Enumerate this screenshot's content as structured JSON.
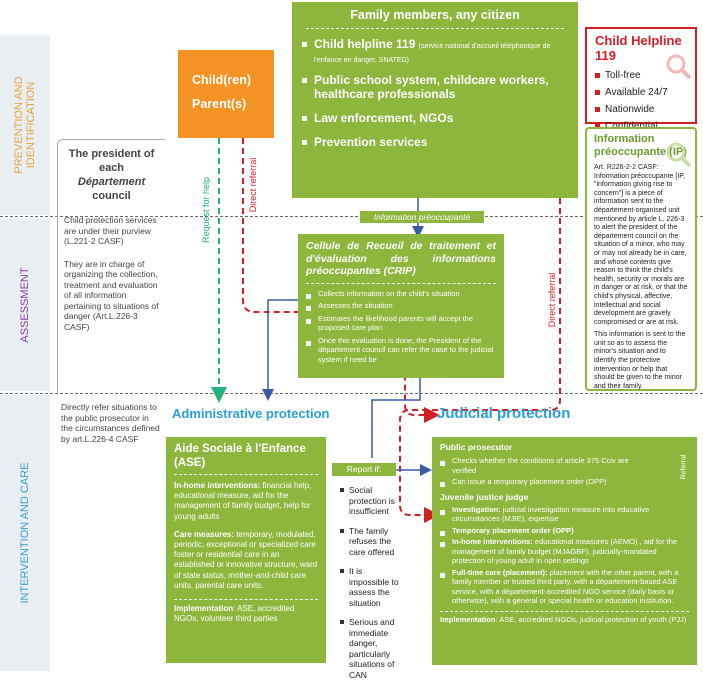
{
  "sections": {
    "prevention": "PREVENTION AND IDENTIFICATION",
    "assessment": "ASSESSMENT",
    "intervention": "INTERVENTION AND CARE"
  },
  "colors": {
    "green": "#8cb63c",
    "orange": "#f39324",
    "red": "#d11f26",
    "blue": "#3a5aa8",
    "teal": "#2a9fd6"
  },
  "family": {
    "title": "Family members, any citizen",
    "items": [
      {
        "main": "Child helpline 119",
        "sub": "(service national d'accueil téléphonique de l'enfance en danger, SNATED)"
      },
      {
        "main": "Public school system, childcare workers, healthcare professionals",
        "sub": ""
      },
      {
        "main": "Law enforcement, NGOs",
        "sub": ""
      },
      {
        "main": "Prevention services",
        "sub": ""
      }
    ]
  },
  "child_box": {
    "line1": "Child(ren)",
    "line2": "Parent(s)"
  },
  "helpline": {
    "title": "Child Helpline 119",
    "items": [
      "Toll-free",
      "Available 24/7",
      "Nationwide",
      "Confidential"
    ]
  },
  "ip": {
    "title": "Information préoccupante (IP)",
    "article": "Art. R226-2-2 CASF:",
    "body": "Information préoccupante [IP, \"information giving rise to concern\"] is a piece of information sent to the département-organised unit mentioned by article L. 226-3 to alert the president of the département council on the situation of a minor, who may or may not already be in care, and whose contents give reason to think the child's health, security or morals are in danger or at risk, or that the child's physical, affective, intellectual and social development are gravely compromised or are at risk.",
    "body2": "This information is sent to the unit so as to assess the minor's situation and to identify the protective intervention or help that should be given to the minor and their family."
  },
  "president": {
    "title1": "The president of each",
    "title2": "Département",
    "title3": "council",
    "p1": "Child protection services are under their purview (L.221-2 CASF)",
    "p2": "They are in charge of organizing the collection, treatment and evaluation of all information pertaining to situations of danger (Art.L.226-3 CASF)",
    "p3": "Directly refer situations to the public prosecutor in the circumstances defined by art.L.226-4 CASF"
  },
  "arrows": {
    "request": "Request for help",
    "direct1": "Direct referral",
    "direct2": "Direct referral",
    "ip_label": "Information préoccupante",
    "referral": "Referral"
  },
  "crip": {
    "title": "Cellule de Recueil de traitement et d'évaluation des informations préoccupantes (CRIP)",
    "items": [
      "Collects information on the child's situation",
      "Assesses the situation",
      "Estimates the likelihood parents will accept the proposed care plan",
      "Once this evaluation is done, the President of the département council can refer the case to the judicial system if need be"
    ]
  },
  "admin_label": "Administrative protection",
  "judicial_label": "Judicial protection",
  "ase": {
    "title": "Aide Sociale à l'Enfance (ASE)",
    "p1_b": "In-home interventions:",
    "p1": " financial help, educational measure, aid for the management of family budget, help for young adults",
    "p2_b": "Care measures:",
    "p2": " temporary, modulated, periodic, exceptional or specialized care foster or residential care in an established or innovative structure, ward of state status, mother-and-child care units, parental care units.",
    "p3_b": "Implementation",
    "p3": ": ASE, accredited NGOs, volunteer third parties"
  },
  "report": {
    "title": "Report if:",
    "items": [
      "Social protection is insufficient",
      "The family refuses the care offered",
      "It is impossible to assess the situation",
      "Serious and immediate danger, particularly situations of CAN"
    ]
  },
  "judicial": {
    "prosecutor": "Public prosecutor",
    "pros_items": [
      "Checks whether the conditions of article 375 Cciv are verified",
      "Can issue a temporary placement order (OPP)"
    ],
    "judge": "Juvenile justice judge",
    "judge_items": [
      {
        "b": "Investigation:",
        "t": " judicial investigation measure into educative circumstances (MJIE), expertise"
      },
      {
        "b": "Temporary placement order (OPP)",
        "t": ""
      },
      {
        "b": "In-home interventions:",
        "t": " educational measures (AEMO) , aid for the management of family budget (MJAGBF), judicially-mandated protection of young adult in open settings"
      },
      {
        "b": "Full-time care (placement):",
        "t": " placement with the other parent, with a family member or trusted third party, with a département-based ASE service, with a département-accredited NGO service (daily basis or otherwise), with a general or special health or education institution."
      }
    ],
    "impl_b": "Implementation",
    "impl": ": ASE, accredited NGOs, judicial protection of youth (PJJ)"
  }
}
